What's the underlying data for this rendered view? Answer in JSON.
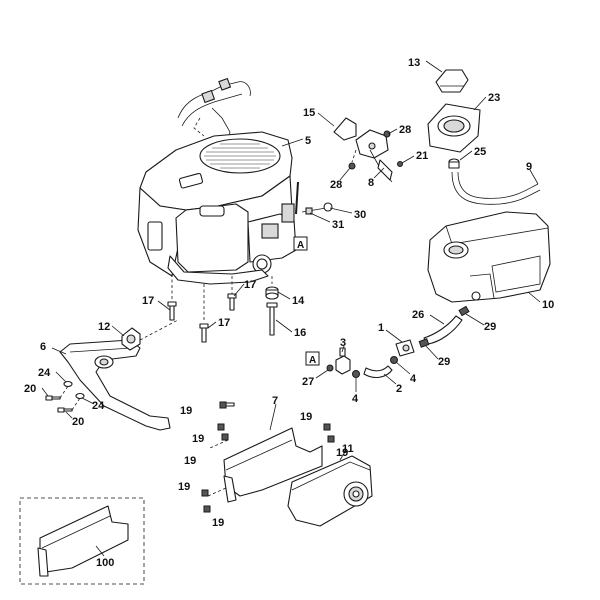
{
  "callouts": [
    {
      "id": "c1",
      "text": "1"
    },
    {
      "id": "c2",
      "text": "2"
    },
    {
      "id": "c3",
      "text": "3"
    },
    {
      "id": "c4a",
      "text": "4"
    },
    {
      "id": "c4b",
      "text": "4"
    },
    {
      "id": "c5",
      "text": "5"
    },
    {
      "id": "c6",
      "text": "6"
    },
    {
      "id": "c7",
      "text": "7"
    },
    {
      "id": "c8",
      "text": "8"
    },
    {
      "id": "c9",
      "text": "9"
    },
    {
      "id": "c10",
      "text": "10"
    },
    {
      "id": "c11",
      "text": "11"
    },
    {
      "id": "c12",
      "text": "12"
    },
    {
      "id": "c13",
      "text": "13"
    },
    {
      "id": "c14",
      "text": "14"
    },
    {
      "id": "c15",
      "text": "15"
    },
    {
      "id": "c16",
      "text": "16"
    },
    {
      "id": "c17a",
      "text": "17"
    },
    {
      "id": "c17b",
      "text": "17"
    },
    {
      "id": "c17c",
      "text": "17"
    },
    {
      "id": "c19a",
      "text": "19"
    },
    {
      "id": "c19b",
      "text": "19"
    },
    {
      "id": "c19c",
      "text": "19"
    },
    {
      "id": "c19d",
      "text": "19"
    },
    {
      "id": "c19e",
      "text": "19"
    },
    {
      "id": "c19f",
      "text": "19"
    },
    {
      "id": "c19g",
      "text": "19"
    },
    {
      "id": "c20a",
      "text": "20"
    },
    {
      "id": "c20b",
      "text": "20"
    },
    {
      "id": "c21",
      "text": "21"
    },
    {
      "id": "c23",
      "text": "23"
    },
    {
      "id": "c24a",
      "text": "24"
    },
    {
      "id": "c24b",
      "text": "24"
    },
    {
      "id": "c25",
      "text": "25"
    },
    {
      "id": "c26",
      "text": "26"
    },
    {
      "id": "c27",
      "text": "27"
    },
    {
      "id": "c28a",
      "text": "28"
    },
    {
      "id": "c28b",
      "text": "28"
    },
    {
      "id": "c29a",
      "text": "29"
    },
    {
      "id": "c29b",
      "text": "29"
    },
    {
      "id": "c30",
      "text": "30"
    },
    {
      "id": "c31",
      "text": "31"
    },
    {
      "id": "c100",
      "text": "100"
    }
  ],
  "markers": [
    {
      "id": "mA1",
      "text": "A"
    },
    {
      "id": "mA2",
      "text": "A"
    }
  ]
}
